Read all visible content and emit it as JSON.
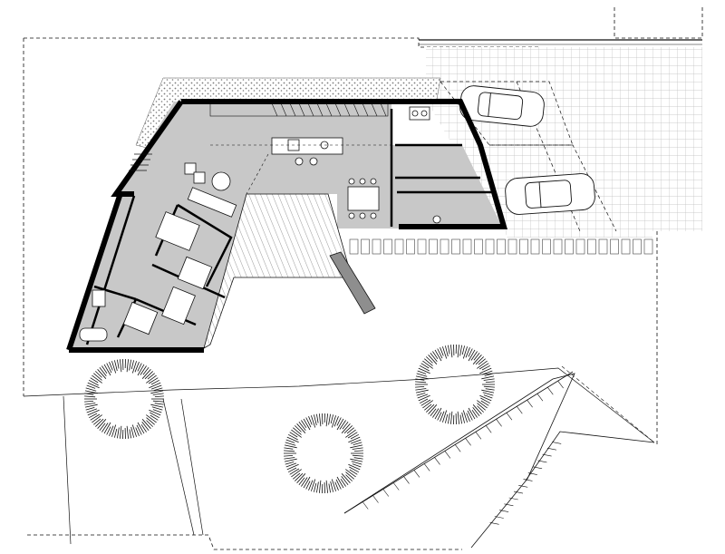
{
  "drawing": {
    "type": "architectural-site-plan",
    "colors": {
      "background": "#ffffff",
      "floor": "#c8c8c8",
      "wall": "#000000",
      "line": "#111111",
      "paving": "#bdbdbd",
      "gravel": "#7a7a7a",
      "deck": "#9a9a9a",
      "pool": "#8e8e8e"
    },
    "elements": [
      "site-boundary",
      "gravel-strip",
      "paving-grid",
      "house-floor",
      "house-walls",
      "terrace-deck",
      "reflecting-pool",
      "parked-car-top",
      "parked-car-bottom",
      "tree-left",
      "tree-center",
      "tree-right",
      "terrain-contours",
      "driveway-ramp"
    ]
  }
}
